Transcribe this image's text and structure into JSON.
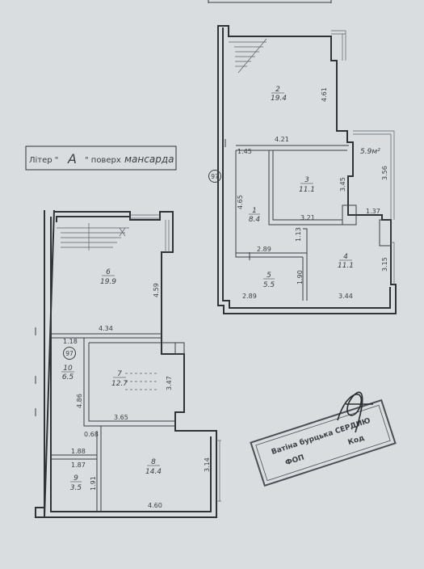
{
  "title_box": {
    "prefix": "Літер \"",
    "letter": "А",
    "middle": "\" поверх",
    "floor": "мансарда"
  },
  "circle_marks": [
    "97",
    "97"
  ],
  "upper_plan": {
    "rooms": [
      {
        "number": "2",
        "area": "19.4"
      },
      {
        "number": "3",
        "area": "11.1"
      },
      {
        "number": "1",
        "area": "8.4"
      },
      {
        "number": "4",
        "area": "11.1"
      },
      {
        "number": "5",
        "area": "5.5"
      }
    ],
    "balcony_area": "5.9м²",
    "dimensions": [
      "4.61",
      "4.21",
      "1.45",
      "3.56",
      "3.45",
      "4.65",
      "3.21",
      "1.37",
      "1.13",
      "2.89",
      "3.15",
      "1.90",
      "2.89",
      "3.44"
    ]
  },
  "lower_plan": {
    "rooms": [
      {
        "number": "6",
        "area": "19.9"
      },
      {
        "number": "7",
        "area": "12.7"
      },
      {
        "number": "10",
        "area": "6.5"
      },
      {
        "number": "8",
        "area": "14.4"
      },
      {
        "number": "9",
        "area": "3.5"
      }
    ],
    "dimensions": [
      "4.59",
      "1.18",
      "4.34",
      "3.47",
      "4.86",
      "3.65",
      "0.68",
      "1.88",
      "1.87",
      "3.14",
      "1.91",
      "4.60"
    ]
  },
  "stamp": {
    "lines": [
      "Ватіна бурцька СЕРДИЮ",
      "ФОП",
      "Код"
    ]
  }
}
